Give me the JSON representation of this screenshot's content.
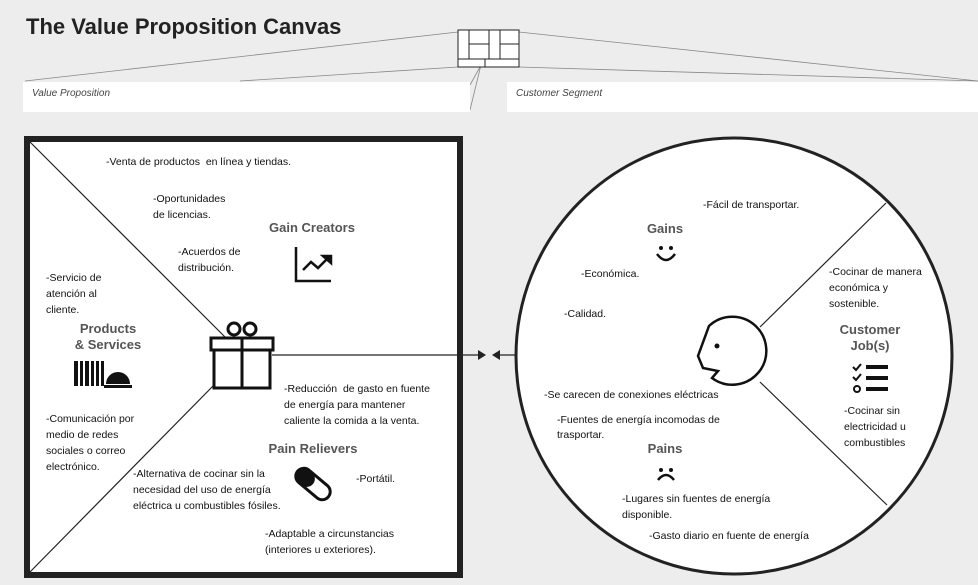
{
  "title": "The Value Proposition Canvas",
  "header_boxes": {
    "value_proposition": "Value Proposition",
    "customer_segment": "Customer Segment"
  },
  "value_map": {
    "gain_creators": {
      "title": "Gain Creators",
      "items": [
        "-Venta de productos  en línea y tiendas.",
        "-Oportunidades\nde licencias.",
        "-Acuerdos de\ndistribución."
      ]
    },
    "products_services": {
      "title": "Products\n& Services",
      "items": [
        "-Servicio de\natención al\ncliente.",
        "-Comunicación por\nmedio de redes\nsociales o correo\nelectrónico."
      ]
    },
    "pain_relievers": {
      "title": "Pain Relievers",
      "items": [
        "-Reducción  de gasto en fuente\nde energía para mantener\ncaliente la comida a la venta.",
        "-Alternativa de cocinar sin la\nnecesidad del uso de energía\neléctrica u combustibles fósiles.",
        "-Portátil.",
        "-Adaptable a circunstancias\n(interiores u exteriores)."
      ]
    }
  },
  "customer_profile": {
    "gains": {
      "title": "Gains",
      "items": [
        "-Fácil de transportar.",
        "-Económica.",
        "-Calidad."
      ]
    },
    "customer_jobs": {
      "title": "Customer\nJob(s)",
      "items": [
        "-Cocinar de manera\neconómica y\nsostenible.",
        "-Cocinar sin\nelectricidad u\ncombustibles"
      ]
    },
    "pains": {
      "title": "Pains",
      "items": [
        "-Se carecen de conexiones eléctricas",
        "-Fuentes de energía incomodas de\ntrasportar.",
        "-Lugares sin fuentes de energía\ndisponible.",
        "-Gasto diario en fuente de energía"
      ]
    }
  }
}
